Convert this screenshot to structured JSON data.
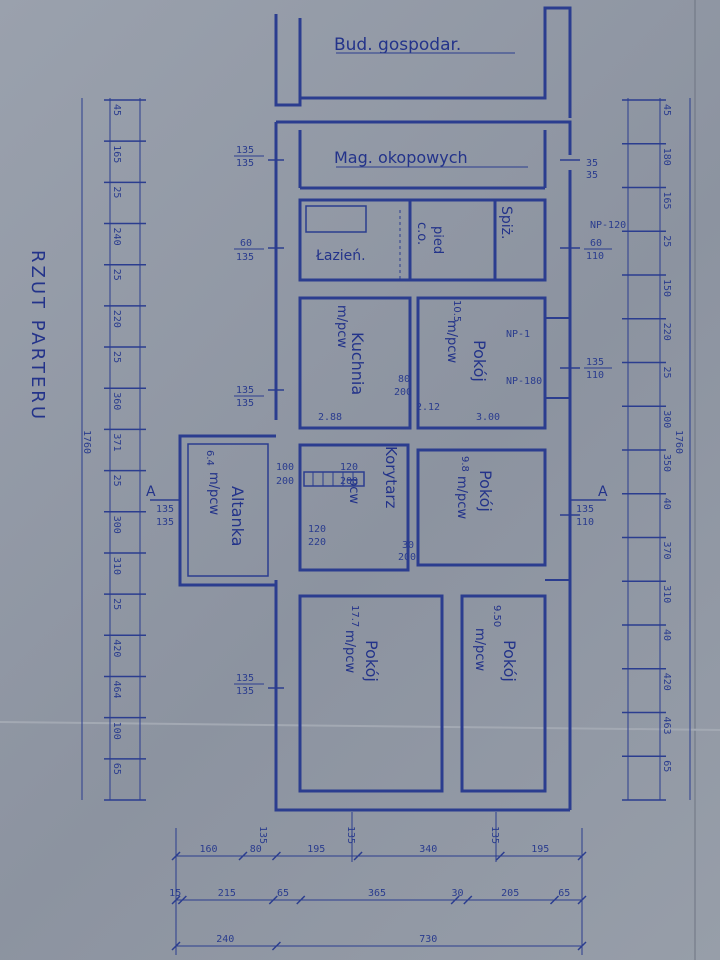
{
  "drawing": {
    "sheet_title": "RZUT PARTERU",
    "colors": {
      "ink": "#2b3d8f",
      "paper": "#939aa6"
    },
    "rooms": {
      "bud": "Bud. gospodar.",
      "mag": "Mag. okopowych",
      "lazienka": "Łazień.",
      "pied": "pied",
      "co": "c.o.",
      "spiz": "Spiż.",
      "kuchnia_name": "Kuchnia",
      "kuchnia_mat": "m/pcw",
      "pokoj1_area": "10.5",
      "pokoj1_mat": "m/pcw",
      "pokoj1_name": "Pokój",
      "pokoj2_area": "9.8",
      "pokoj2_mat": "m/pcw",
      "pokoj2_name": "Pokój",
      "korytarz_name": "Korytarz",
      "korytarz_mat": "pcw",
      "altanka_area": "6.4",
      "altanka_mat": "m/pcw",
      "altanka_name": "Altanka",
      "pokoj3_area": "17.7",
      "pokoj3_mat": "m/pcw",
      "pokoj3_name": "Pokój",
      "pokoj4_area": "9.50",
      "pokoj4_mat": "m/pcw",
      "pokoj4_name": "Pokój"
    },
    "openings": {
      "o1_top": "135",
      "o1_bot": "135",
      "o2_top": "60",
      "o2_bot": "135",
      "o3_top": "135",
      "o3_bot": "135",
      "o4_top": "135",
      "o4_bot": "135",
      "o5_top": "35",
      "o5_bot": "35",
      "o6_top": "60",
      "o6_bot": "110",
      "o7_top": "135",
      "o7_bot": "110",
      "o8_top": "135",
      "o8_bot": "110",
      "o9_top": "135",
      "o9_bot": "135",
      "o10_top": "80",
      "o10_bot": "200",
      "o11_top": "100",
      "o11_bot": "200",
      "o12_top": "120",
      "o12_bot": "220",
      "o13_top": "120",
      "o13_bot": "200",
      "np1": "NP-1",
      "np2": "NP-180",
      "np3": "NP-120",
      "d288": "2.88",
      "d300": "3.00",
      "d212": "2.12",
      "d80": "80",
      "d30": "30",
      "d200": "200",
      "section_a": "A"
    },
    "left_dims": [
      "45",
      "165",
      "25",
      "240",
      "25",
      "220",
      "25",
      "360",
      "371",
      "25",
      "300",
      "310",
      "25",
      "420",
      "464",
      "100",
      "65"
    ],
    "left_total": "1760",
    "right_dims": [
      "45",
      "180",
      "165",
      "25",
      "150",
      "220",
      "25",
      "300",
      "350",
      "40",
      "370",
      "310",
      "40",
      "420",
      "463",
      "65"
    ],
    "right_total": "1760",
    "bottom_row1": [
      "160",
      "80",
      "195",
      "340",
      "195"
    ],
    "bottom_row2": [
      "15",
      "215",
      "65",
      "365",
      "30",
      "205",
      "65"
    ],
    "bottom_row3": [
      "240",
      "730"
    ],
    "bottom_marks": [
      "135",
      "135",
      "135"
    ]
  }
}
